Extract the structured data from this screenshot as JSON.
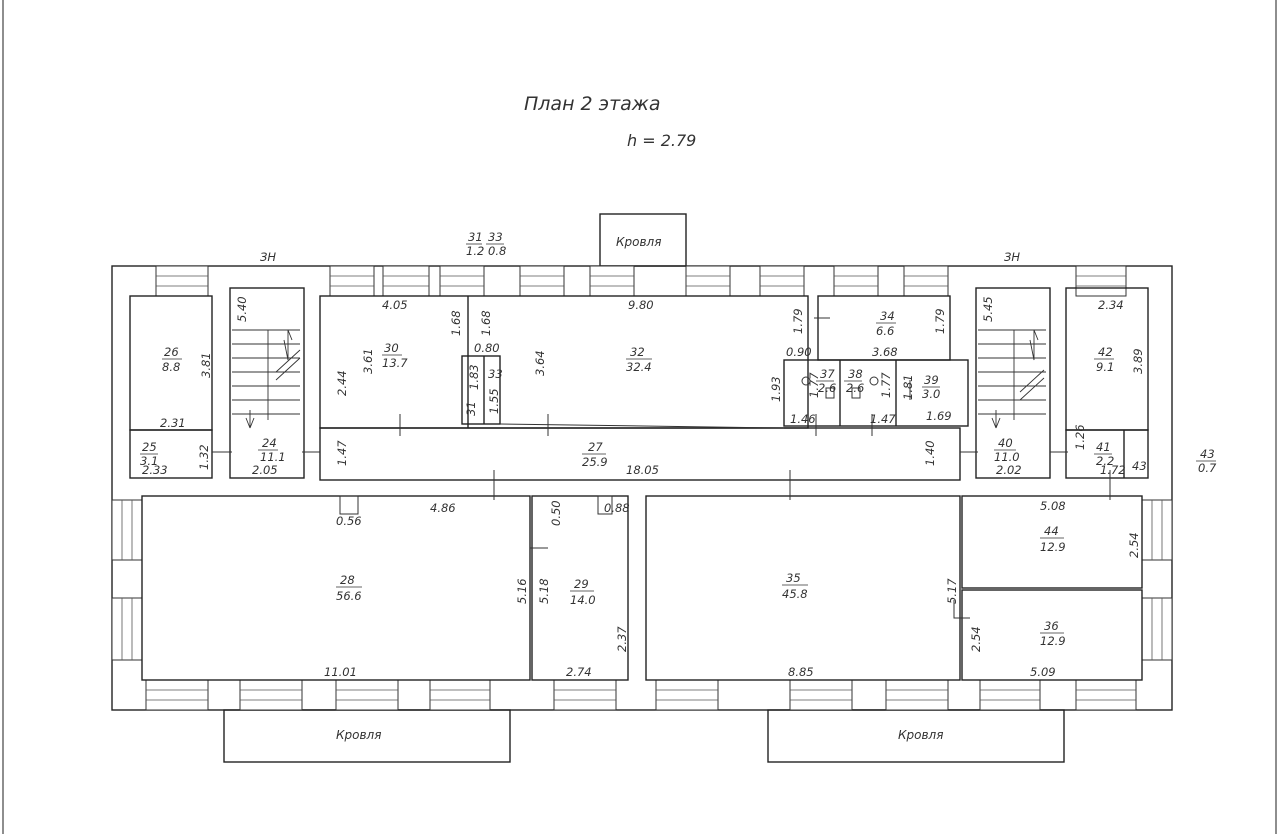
{
  "title": "План 2 этажа",
  "height_note": "h = 2.79",
  "roof_label": "Кровля",
  "stair_label": "ЗН",
  "rooms": [
    {
      "num": "26",
      "area": "8.8"
    },
    {
      "num": "25",
      "area": "3.1"
    },
    {
      "num": "24",
      "area": "11.1"
    },
    {
      "num": "30",
      "area": "13.7"
    },
    {
      "num": "31",
      "area": "1.2"
    },
    {
      "num": "33",
      "area": "0.8"
    },
    {
      "num": "32",
      "area": "32.4"
    },
    {
      "num": "34",
      "area": "6.6"
    },
    {
      "num": "37",
      "area": "2.6"
    },
    {
      "num": "38",
      "area": "2.6"
    },
    {
      "num": "39",
      "area": "3.0"
    },
    {
      "num": "27",
      "area": "25.9"
    },
    {
      "num": "40",
      "area": "11.0"
    },
    {
      "num": "41",
      "area": "2.2"
    },
    {
      "num": "42",
      "area": "9.1"
    },
    {
      "num": "43",
      "area": "0.7"
    },
    {
      "num": "28",
      "area": "56.6"
    },
    {
      "num": "29",
      "area": "14.0"
    },
    {
      "num": "35",
      "area": "45.8"
    },
    {
      "num": "44",
      "area": "12.9"
    },
    {
      "num": "36",
      "area": "12.9"
    }
  ],
  "dimensions": {
    "d_540": "5.40",
    "d_405": "4.05",
    "d_980": "9.80",
    "d_545": "5.45",
    "d_234": "2.34",
    "d_381": "3.81",
    "d_168a": "1.68",
    "d_168b": "1.68",
    "d_179a": "1.79",
    "d_179b": "1.79",
    "d_361": "3.61",
    "d_244": "2.44",
    "d_080": "0.80",
    "d_364": "3.64",
    "d_090": "0.90",
    "d_368": "3.68",
    "d_389": "3.89",
    "d_183": "1.83",
    "d_155": "1.55",
    "d_193": "1.93",
    "d_177a": "1.77",
    "d_177b": "1.77",
    "d_181": "1.81",
    "d_231": "2.31",
    "d_146": "1.46",
    "d_147a": "1.47",
    "d_169": "1.69",
    "d_132": "1.32",
    "d_147b": "1.47",
    "d_140": "1.40",
    "d_126": "1.26",
    "d_233": "2.33",
    "d_205": "2.05",
    "d_1805": "18.05",
    "d_202": "2.02",
    "d_172": "1.72",
    "d_43": "43",
    "d_056": "0.56",
    "d_486": "4.86",
    "d_050": "0.50",
    "d_088": "0.88",
    "d_508": "5.08",
    "d_254a": "2.54",
    "d_516": "5.16",
    "d_518": "5.18",
    "d_517": "5.17",
    "d_237": "2.37",
    "d_254b": "2.54",
    "d_1101": "11.01",
    "d_274": "2.74",
    "d_885": "8.85",
    "d_509": "5.09"
  }
}
